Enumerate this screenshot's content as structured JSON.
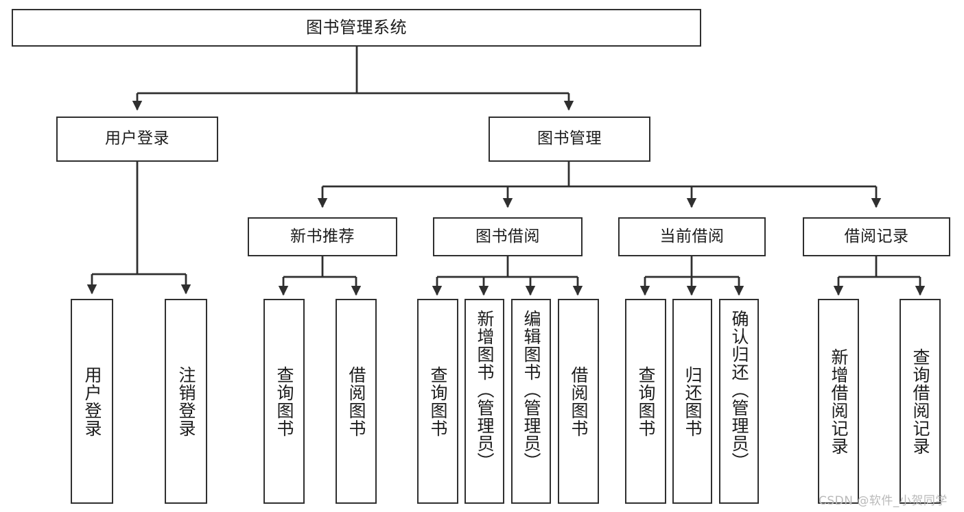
{
  "diagram": {
    "title": "图书管理系统",
    "type": "tree-hierarchy",
    "colors": {
      "box_border": "#2f2f2f",
      "box_fill": "#ffffff",
      "connector": "#2f2f2f",
      "background": "#ffffff",
      "watermark": "#b9b9b9"
    },
    "levels": {
      "level1_label": "图书管理系统",
      "level2": [
        {
          "id": "user-login",
          "label": "用户登录"
        },
        {
          "id": "book-manage",
          "label": "图书管理"
        }
      ],
      "level3": [
        {
          "id": "new-book-recommend",
          "label": "新书推荐"
        },
        {
          "id": "book-borrow",
          "label": "图书借阅"
        },
        {
          "id": "current-borrow",
          "label": "当前借阅"
        },
        {
          "id": "borrow-record",
          "label": "借阅记录"
        }
      ],
      "level4": [
        {
          "id": "leaf-user-login",
          "label": "用户登录",
          "parent": "user-login"
        },
        {
          "id": "leaf-logout-login",
          "label": "注销登录",
          "parent": "user-login"
        },
        {
          "id": "leaf-query-book-1",
          "label": "查询图书",
          "parent": "new-book-recommend"
        },
        {
          "id": "leaf-borrow-book-1",
          "label": "借阅图书",
          "parent": "new-book-recommend"
        },
        {
          "id": "leaf-query-book-2",
          "label": "查询图书",
          "parent": "book-borrow"
        },
        {
          "id": "leaf-add-book",
          "label": "新增图书（管理员）",
          "parent": "book-borrow"
        },
        {
          "id": "leaf-edit-book",
          "label": "编辑图书（管理员）",
          "parent": "book-borrow"
        },
        {
          "id": "leaf-borrow-book-2",
          "label": "借阅图书",
          "parent": "book-borrow"
        },
        {
          "id": "leaf-query-book-3",
          "label": "查询图书",
          "parent": "current-borrow"
        },
        {
          "id": "leaf-return-book",
          "label": "归还图书",
          "parent": "current-borrow"
        },
        {
          "id": "leaf-confirm-return",
          "label": "确认归还（管理员）",
          "parent": "current-borrow"
        },
        {
          "id": "leaf-add-record",
          "label": "新增借阅记录",
          "parent": "borrow-record"
        },
        {
          "id": "leaf-query-record",
          "label": "查询借阅记录",
          "parent": "borrow-record"
        }
      ]
    },
    "watermark": "CSDN @软件_小贺同学"
  }
}
